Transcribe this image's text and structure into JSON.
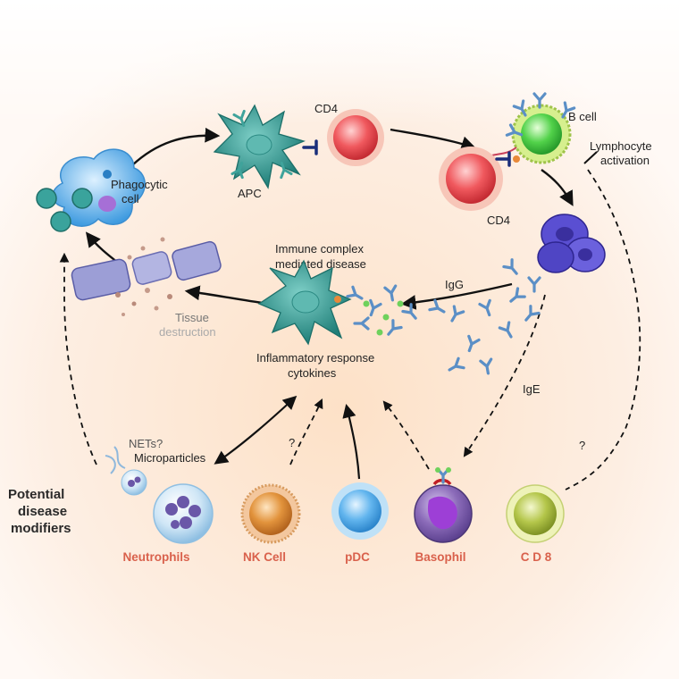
{
  "labels": {
    "phagocytic": "Phagocytic",
    "phagocytic_cell": "cell",
    "apc": "APC",
    "cd4_top": "CD4",
    "b_cell": "B cell",
    "lymphocyte": "Lymphocyte",
    "activation": "activation",
    "cd4_bottom": "CD4",
    "immune_complex": "Immune complex",
    "mediated_disease": "mediated disease",
    "igg": "IgG",
    "ige": "IgE",
    "tissue": "Tissue",
    "destruction": "destruction",
    "inflammatory": "Inflammatory response",
    "cytokines": "cytokines",
    "nets": "NETs?",
    "microparticles": "Microparticles",
    "question_nk": "?",
    "question_cd8": "?",
    "potential": "Potential",
    "disease": "disease",
    "modifiers": "modifiers"
  },
  "cells": {
    "neutrophils": "Neutrophils",
    "nk": "NK Cell",
    "pdc": "pDC",
    "basophil": "Basophil",
    "cd8": "C D 8"
  },
  "colors": {
    "background_top": "#ffffff",
    "background_glow": "#fde3cc",
    "cell_label": "#d9614c",
    "text": "#222222",
    "arrow": "#111111",
    "cd4_red": "#e23a43",
    "bcell_green": "#37c53c",
    "apc_teal": "#2f9a93",
    "phagocyte_blue": "#54a8e6",
    "antibody_blue": "#5b8fc6",
    "plasma_purple": "#5a4fd2",
    "nk_orange": "#d17a25",
    "pdc_blue": "#4aa3e2",
    "basophil_purple": "#7f5fae",
    "cd8_green": "#a8bd3a",
    "neutrophil_purple": "#6a57a8"
  }
}
